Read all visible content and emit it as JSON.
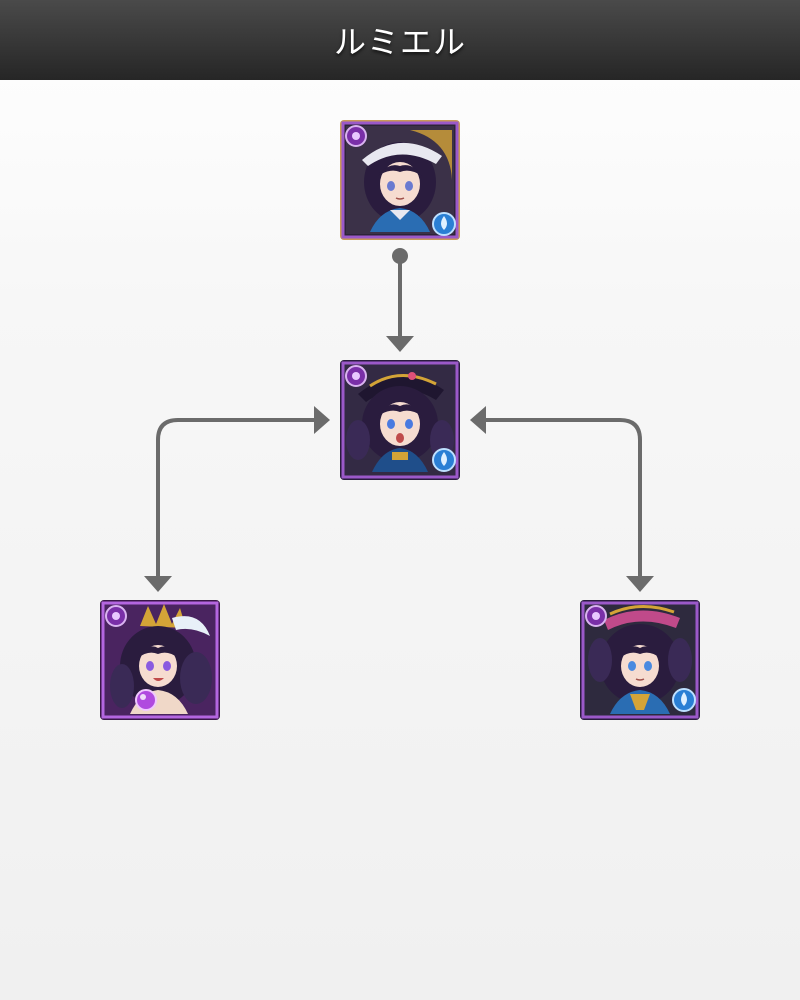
{
  "header": {
    "title": "ルミエル"
  },
  "colors": {
    "connector": "#6b6b6b",
    "frame_dark_attr": "#7a2fa8",
    "frame_wood_attr": "#c99a58",
    "frame_light_attr": "#9b59c9",
    "hair": "#2a1c3e",
    "skin": "#f6dcd0",
    "outfit_blue": "#2a6db3",
    "gold": "#d4a437"
  },
  "nodes": [
    {
      "id": "node-a",
      "main_attr_icon": "dark-orb-icon",
      "sub_attr_icon": "water-orb-icon"
    },
    {
      "id": "node-b",
      "main_attr_icon": "dark-orb-icon",
      "sub_attr_icon": "water-orb-icon"
    },
    {
      "id": "node-c",
      "main_attr_icon": "dark-orb-icon",
      "sub_attr_icon": "dark-orb-icon"
    },
    {
      "id": "node-d",
      "main_attr_icon": "dark-orb-icon",
      "sub_attr_icon": "water-orb-icon"
    }
  ],
  "edges": [
    {
      "from": "node-a",
      "to": "node-b"
    },
    {
      "from": "node-c",
      "to": "node-b",
      "bidirectional": true
    },
    {
      "from": "node-d",
      "to": "node-b",
      "bidirectional": true
    }
  ]
}
